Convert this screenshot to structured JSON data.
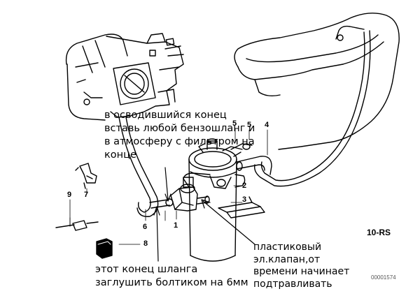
{
  "annotations": {
    "top": [
      "в осводившийся конец",
      "вставь любой бензошланг и",
      "в атмосферу с фильтром на",
      "конце"
    ],
    "bottom_left": [
      "этот конец шланга",
      "заглушить болтиком на 6мм"
    ],
    "bottom_right": [
      "пластиковый",
      "эл.клапан,от",
      "времени начинает",
      "подтравливать"
    ]
  },
  "callouts": {
    "c1": "1",
    "c2": "2",
    "c3": "3",
    "c4": "4",
    "c5a": "5",
    "c5b": "5",
    "c6": "6",
    "c7": "7",
    "c8": "8",
    "c9": "9"
  },
  "diagram_code": "10-RS",
  "catalog_number": "00001574"
}
